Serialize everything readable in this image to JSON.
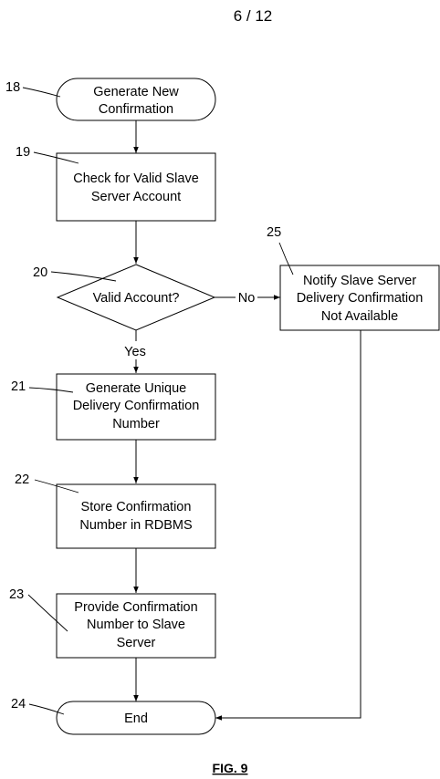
{
  "page_number": "6 / 12",
  "figure_label": "FIG. 9",
  "steps": {
    "s18": {
      "ref": "18",
      "lines": [
        "Generate New",
        "Confirmation"
      ]
    },
    "s19": {
      "ref": "19",
      "lines": [
        "Check for Valid Slave",
        "Server Account"
      ]
    },
    "s20": {
      "ref": "20",
      "lines": [
        "Valid Account?"
      ]
    },
    "s21": {
      "ref": "21",
      "lines": [
        "Generate Unique",
        "Delivery Confirmation",
        "Number"
      ]
    },
    "s22": {
      "ref": "22",
      "lines": [
        "Store Confirmation",
        "Number in RDBMS"
      ]
    },
    "s23": {
      "ref": "23",
      "lines": [
        "Provide Confirmation",
        "Number to Slave",
        "Server"
      ]
    },
    "s24": {
      "ref": "24",
      "lines": [
        "End"
      ]
    },
    "s25": {
      "ref": "25",
      "lines": [
        "Notify Slave Server",
        "Delivery Confirmation",
        "Not Available"
      ]
    }
  },
  "edge_labels": {
    "no": "No",
    "yes": "Yes"
  }
}
